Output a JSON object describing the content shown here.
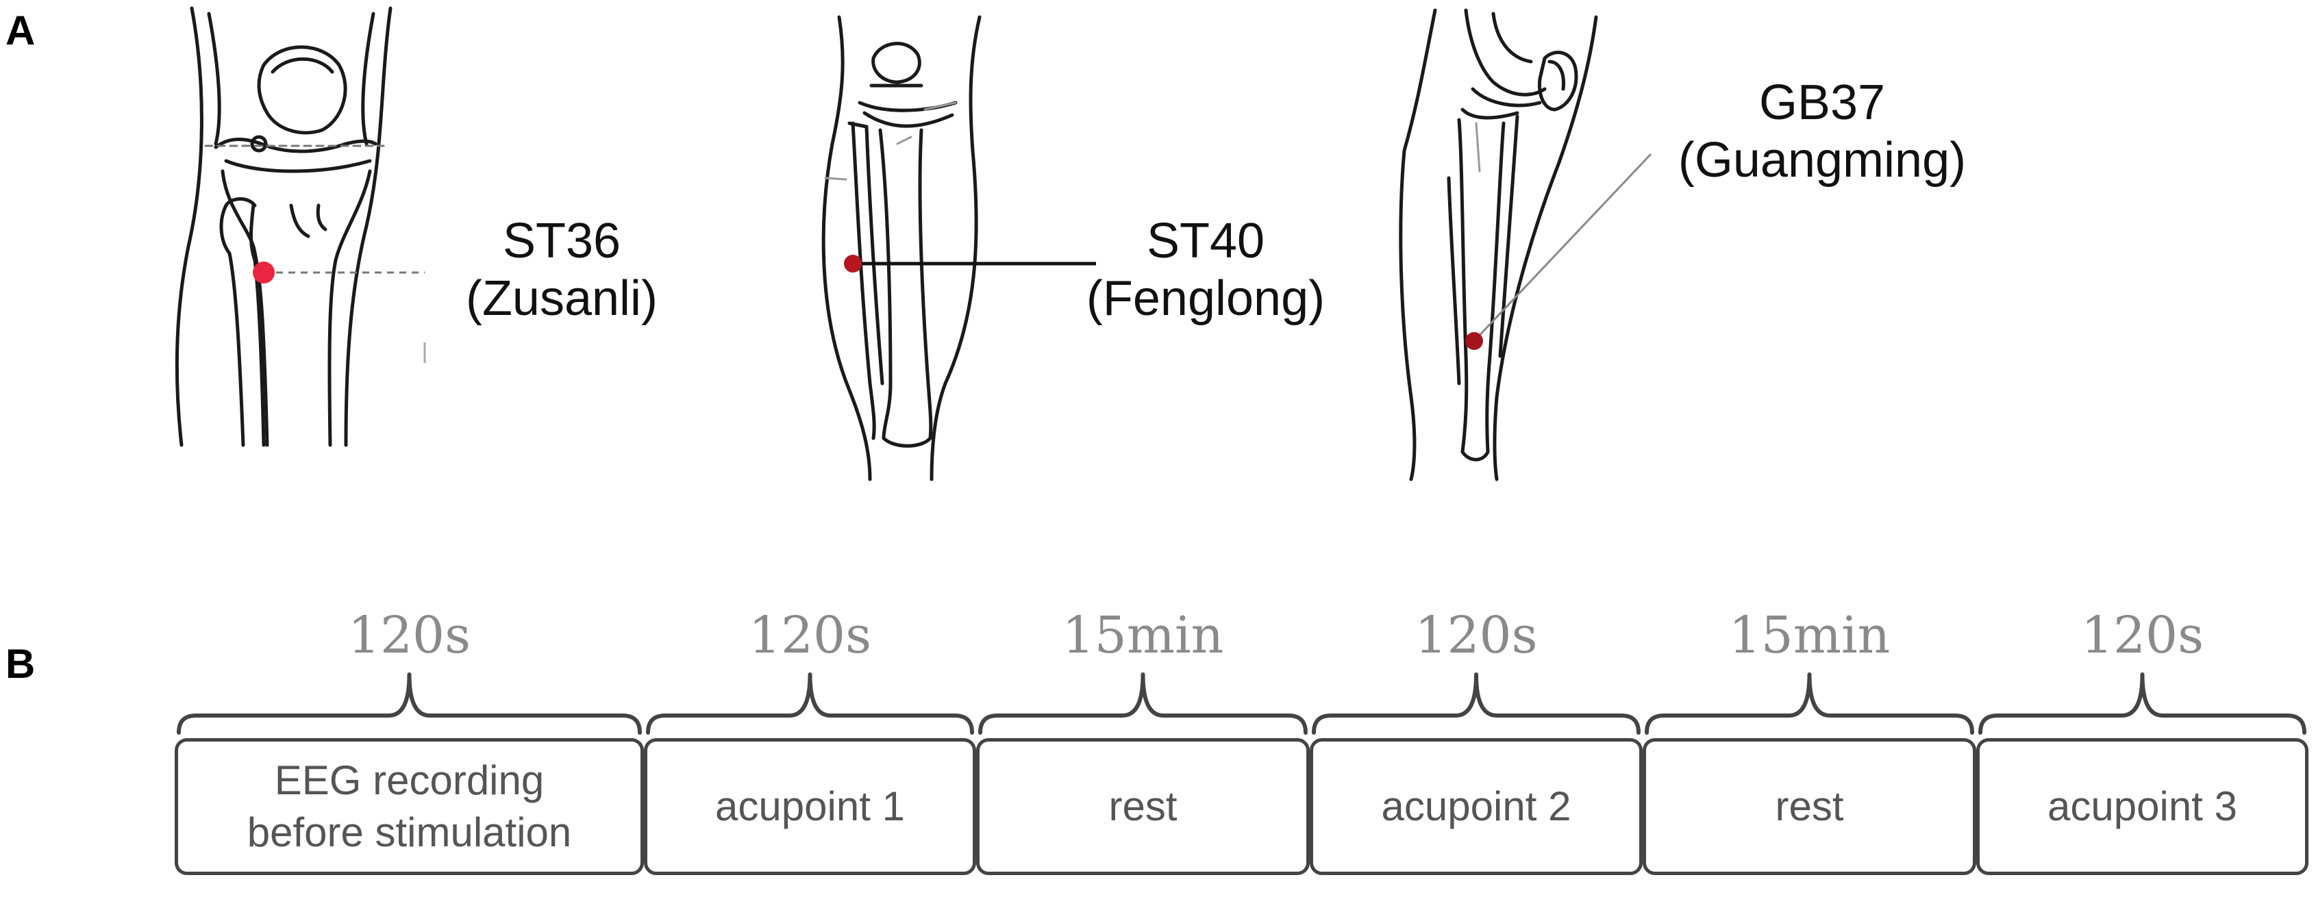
{
  "panels": {
    "a": "A",
    "b": "B"
  },
  "acupoints": [
    {
      "code": "ST36",
      "name": "(Zusanli)"
    },
    {
      "code": "ST40",
      "name": "(Fenglong)"
    },
    {
      "code": "GB37",
      "name": "(Guangming)"
    }
  ],
  "timeline": [
    {
      "duration": "120s",
      "label": "EEG recording\nbefore stimulation"
    },
    {
      "duration": "120s",
      "label": "acupoint 1"
    },
    {
      "duration": "15min",
      "label": "rest"
    },
    {
      "duration": "120s",
      "label": "acupoint 2"
    },
    {
      "duration": "15min",
      "label": "rest"
    },
    {
      "duration": "120s",
      "label": "acupoint 3"
    }
  ],
  "colors": {
    "acupoint_dot": "#d9253a",
    "acupoint_dot_dark": "#a3141f",
    "line": "#444444",
    "duration_text": "#8a8a8a"
  }
}
